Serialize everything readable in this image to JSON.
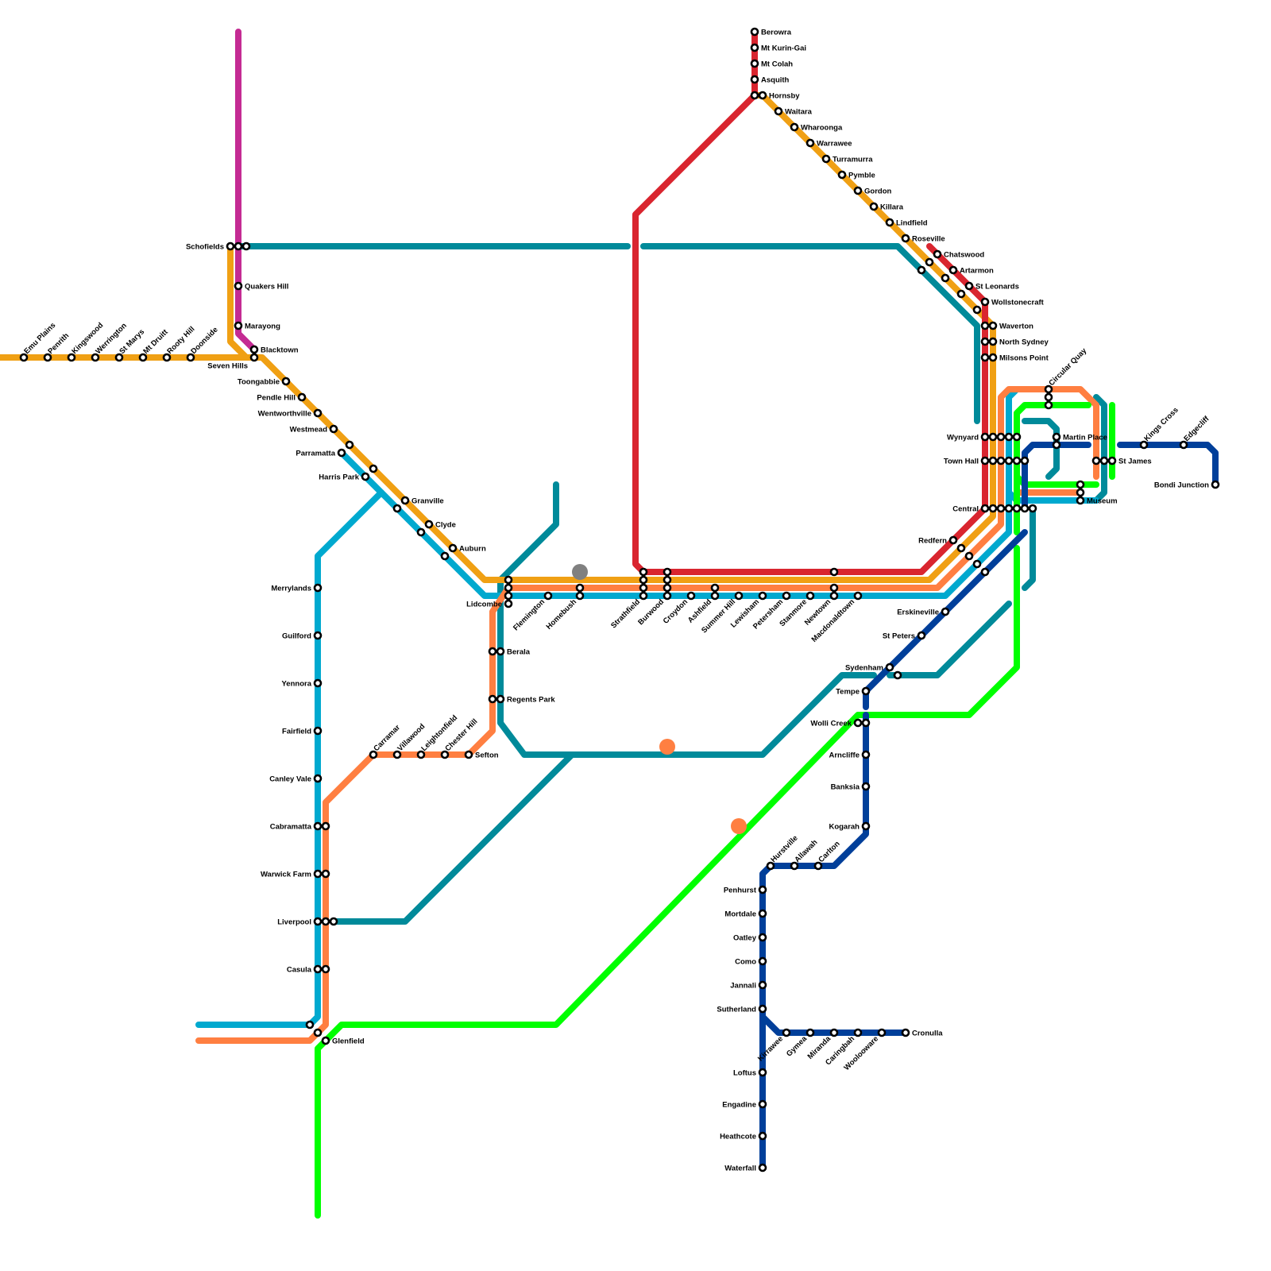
{
  "map": {
    "colors": {
      "north_shore": "#d9252f",
      "western": "#f0a014",
      "richmond": "#c42b93",
      "bankstown": "#ff7f41",
      "inner_west": "#00a9cf",
      "airport": "#00ff00",
      "t_teal": "#008a9a",
      "illawarra": "#003f9a",
      "marker_grey": "#808080",
      "marker_orange": "#ff7f41"
    },
    "stations": {
      "emu_plains": "Emu Plains",
      "penrith": "Penrith",
      "kingswood": "Kingswood",
      "werrington": "Werrington",
      "st_marys": "St Marys",
      "mt_druitt": "Mt Druitt",
      "rooty_hill": "Rooty Hill",
      "doonside": "Doonside",
      "schofields": "Schofields",
      "quakers_hill": "Quakers Hill",
      "marayong": "Marayong",
      "blacktown": "Blacktown",
      "seven_hills": "Seven Hills",
      "toongabbie": "Toongabbie",
      "pendle_hill": "Pendle Hill",
      "wentworthville": "Wentworthville",
      "westmead": "Westmead",
      "parramatta": "Parramatta",
      "harris_park": "Harris Park",
      "granville": "Granville",
      "clyde": "Clyde",
      "auburn": "Auburn",
      "lidcombe": "Lidcombe",
      "flemington": "Flemington",
      "homebush": "Homebush",
      "strathfield": "Strathfield",
      "burwood": "Burwood",
      "croydon": "Croydon",
      "ashfield": "Ashfield",
      "summer_hill": "Summer Hill",
      "lewisham": "Lewisham",
      "petersham": "Petersham",
      "stanmore": "Stanmore",
      "newtown": "Newtown",
      "macdonaldtown": "Macdonaldtown",
      "redfern": "Redfern",
      "erskineville": "Erskineville",
      "st_peters": "St Peters",
      "sydenham": "Sydenham",
      "tempe": "Tempe",
      "wolli_creek": "Wolli Creek",
      "arncliffe": "Arncliffe",
      "banksia": "Banksia",
      "kogarah": "Kogarah",
      "carlton": "Carlton",
      "allawah": "Allawah",
      "hurstville": "Hurstville",
      "penshurst": "Penhurst",
      "mortdale": "Mortdale",
      "oatley": "Oatley",
      "como": "Como",
      "jannali": "Jannali",
      "sutherland": "Sutherland",
      "kirrawee": "Kirrawee",
      "gymea": "Gymea",
      "miranda": "Miranda",
      "caringbah": "Caringbah",
      "woolooware": "Woolooware",
      "cronulla": "Cronulla",
      "loftus": "Loftus",
      "engadine": "Engadine",
      "heathcote": "Heathcote",
      "waterfall": "Waterfall",
      "berowra": "Berowra",
      "mt_kuring_gai": "Mt Kurin-Gai",
      "mt_colah": "Mt Colah",
      "asquith": "Asquith",
      "hornsby": "Hornsby",
      "waitara": "Waitara",
      "wahroonga": "Wharoonga",
      "warrawee": "Warrawee",
      "turramurra": "Turramurra",
      "pymble": "Pymble",
      "gordon": "Gordon",
      "killara": "Killara",
      "lindfield": "Lindfield",
      "roseville": "Roseville",
      "chatswood": "Chatswood",
      "artarmon": "Artarmon",
      "st_leonards": "St Leonards",
      "wollstonecraft": "Wollstonecraft",
      "waverton": "Waverton",
      "north_sydney": "North Sydney",
      "milsons_point": "Milsons Point",
      "wynyard": "Wynyard",
      "town_hall": "Town Hall",
      "central": "Central",
      "circular_quay": "Circular Quay",
      "martin_place": "Martin Place",
      "st_james": "St James",
      "museum": "Museum",
      "kings_cross": "Kings Cross",
      "edgecliff": "Edgecliff",
      "bondi_junction": "Bondi Junction",
      "merrylands": "Merrylands",
      "guildford": "Guilford",
      "yennora": "Yennora",
      "fairfield": "Fairfield",
      "canley_vale": "Canley Vale",
      "cabramatta": "Cabramatta",
      "warwick_farm": "Warwick Farm",
      "liverpool": "Liverpool",
      "casula": "Casula",
      "glenfield": "Glenfield",
      "carramar": "Carramar",
      "villawood": "Villawood",
      "leightonfield": "Leightonfield",
      "chester_hill": "Chester Hill",
      "sefton": "Sefton",
      "berala": "Berala",
      "regents_park": "Regents Park"
    }
  }
}
